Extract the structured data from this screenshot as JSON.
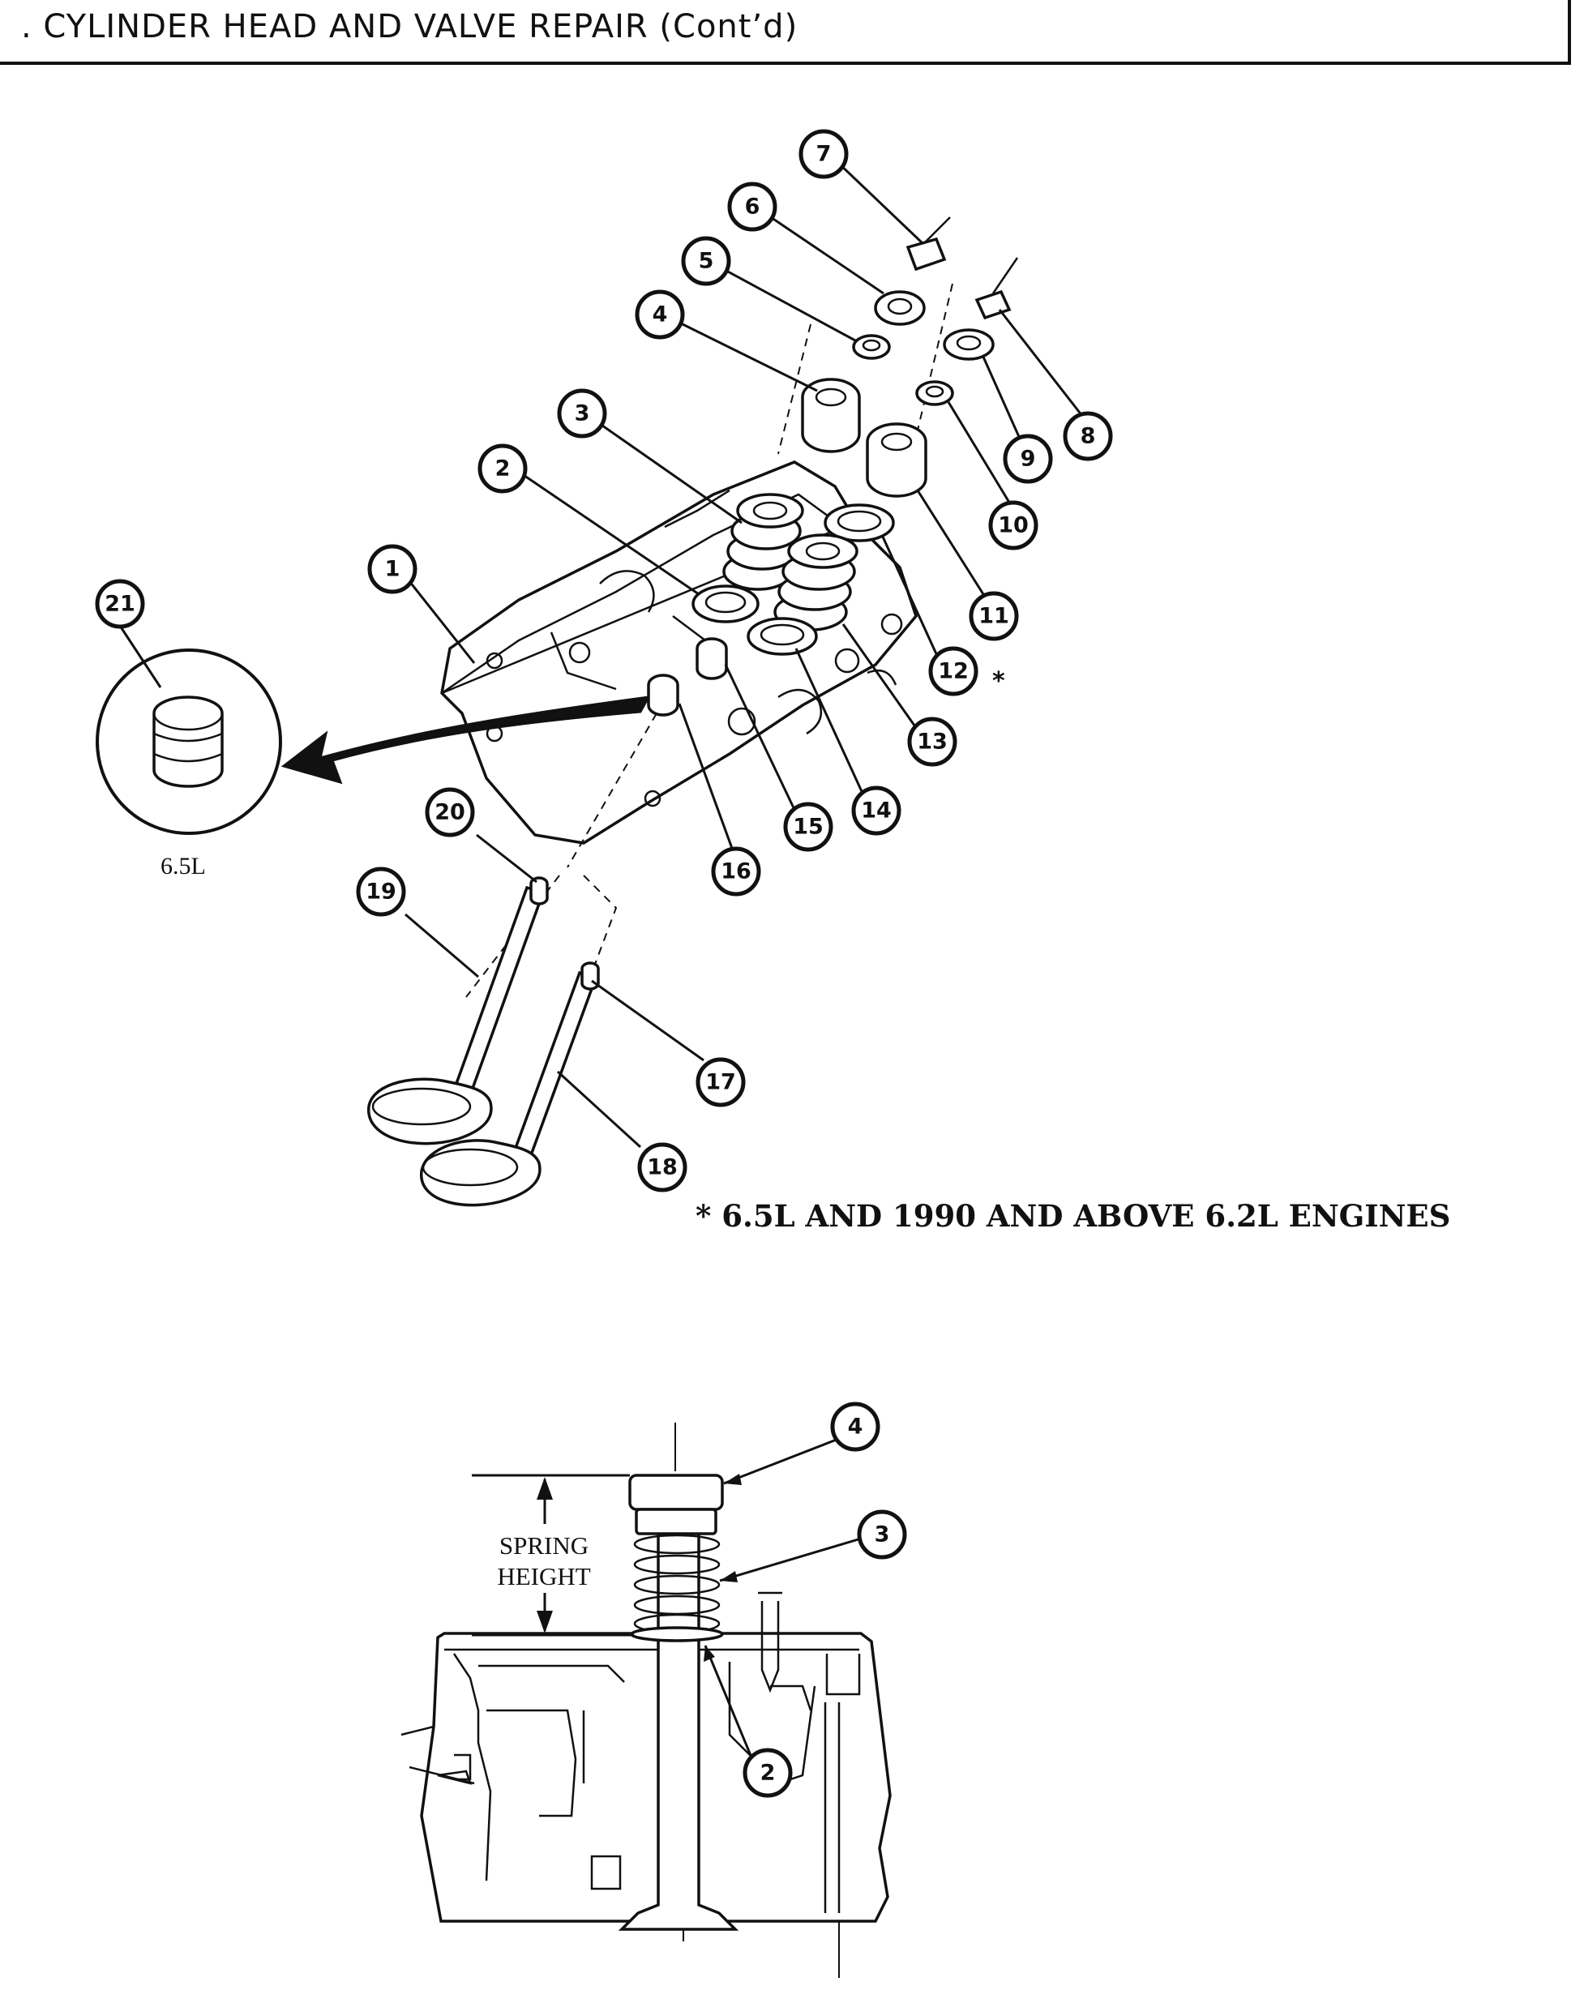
{
  "header": {
    "title": ". CYLINDER HEAD AND VALVE REPAIR (Cont’d)"
  },
  "note": {
    "text": "* 6.5L AND 1990 AND ABOVE 6.2L ENGINES"
  },
  "asterisk": "*",
  "inset": {
    "label": "6.5L"
  },
  "callouts": {
    "c1": "1",
    "c2": "2",
    "c3": "3",
    "c4": "4",
    "c5": "5",
    "c6": "6",
    "c7": "7",
    "c8": "8",
    "c9": "9",
    "c10": "10",
    "c11": "11",
    "c12": "12",
    "c13": "13",
    "c14": "14",
    "c15": "15",
    "c16": "16",
    "c17": "17",
    "c18": "18",
    "c19": "19",
    "c20": "20",
    "c21": "21"
  },
  "detail": {
    "spring_label_line1": "SPRING",
    "spring_label_line2": "HEIGHT",
    "c2": "2",
    "c3": "3",
    "c4": "4"
  }
}
